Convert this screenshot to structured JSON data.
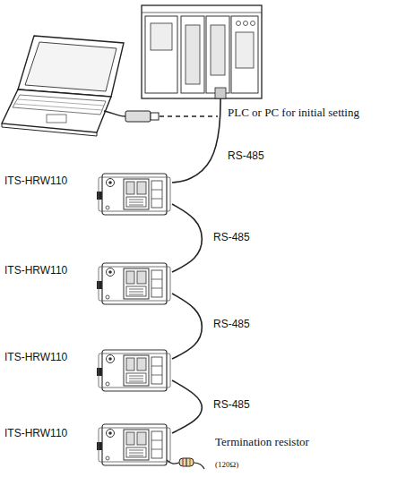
{
  "diagram": {
    "nodes": [
      {
        "text": [
          "PLC or PC for initial setting"
        ]
      },
      {
        "text": [
          "ITS-HRW110"
        ]
      },
      {
        "text": [
          "ITS-HRW110"
        ]
      },
      {
        "text": [
          "ITS-HRW110"
        ]
      },
      {
        "text": [
          "ITS-HRW110"
        ]
      }
    ],
    "edges": [
      {
        "from": 0,
        "to": 1,
        "arrow": "none",
        "label": "RS-485"
      },
      {
        "from": 1,
        "to": 2,
        "arrow": "none",
        "label": "RS-485"
      },
      {
        "from": 2,
        "to": 3,
        "arrow": "none",
        "label": "RS-485"
      },
      {
        "from": 3,
        "to": 4,
        "arrow": "none",
        "label": "RS-485"
      }
    ],
    "labels": [
      "Termination resistor",
      "(120Ω)"
    ]
  }
}
